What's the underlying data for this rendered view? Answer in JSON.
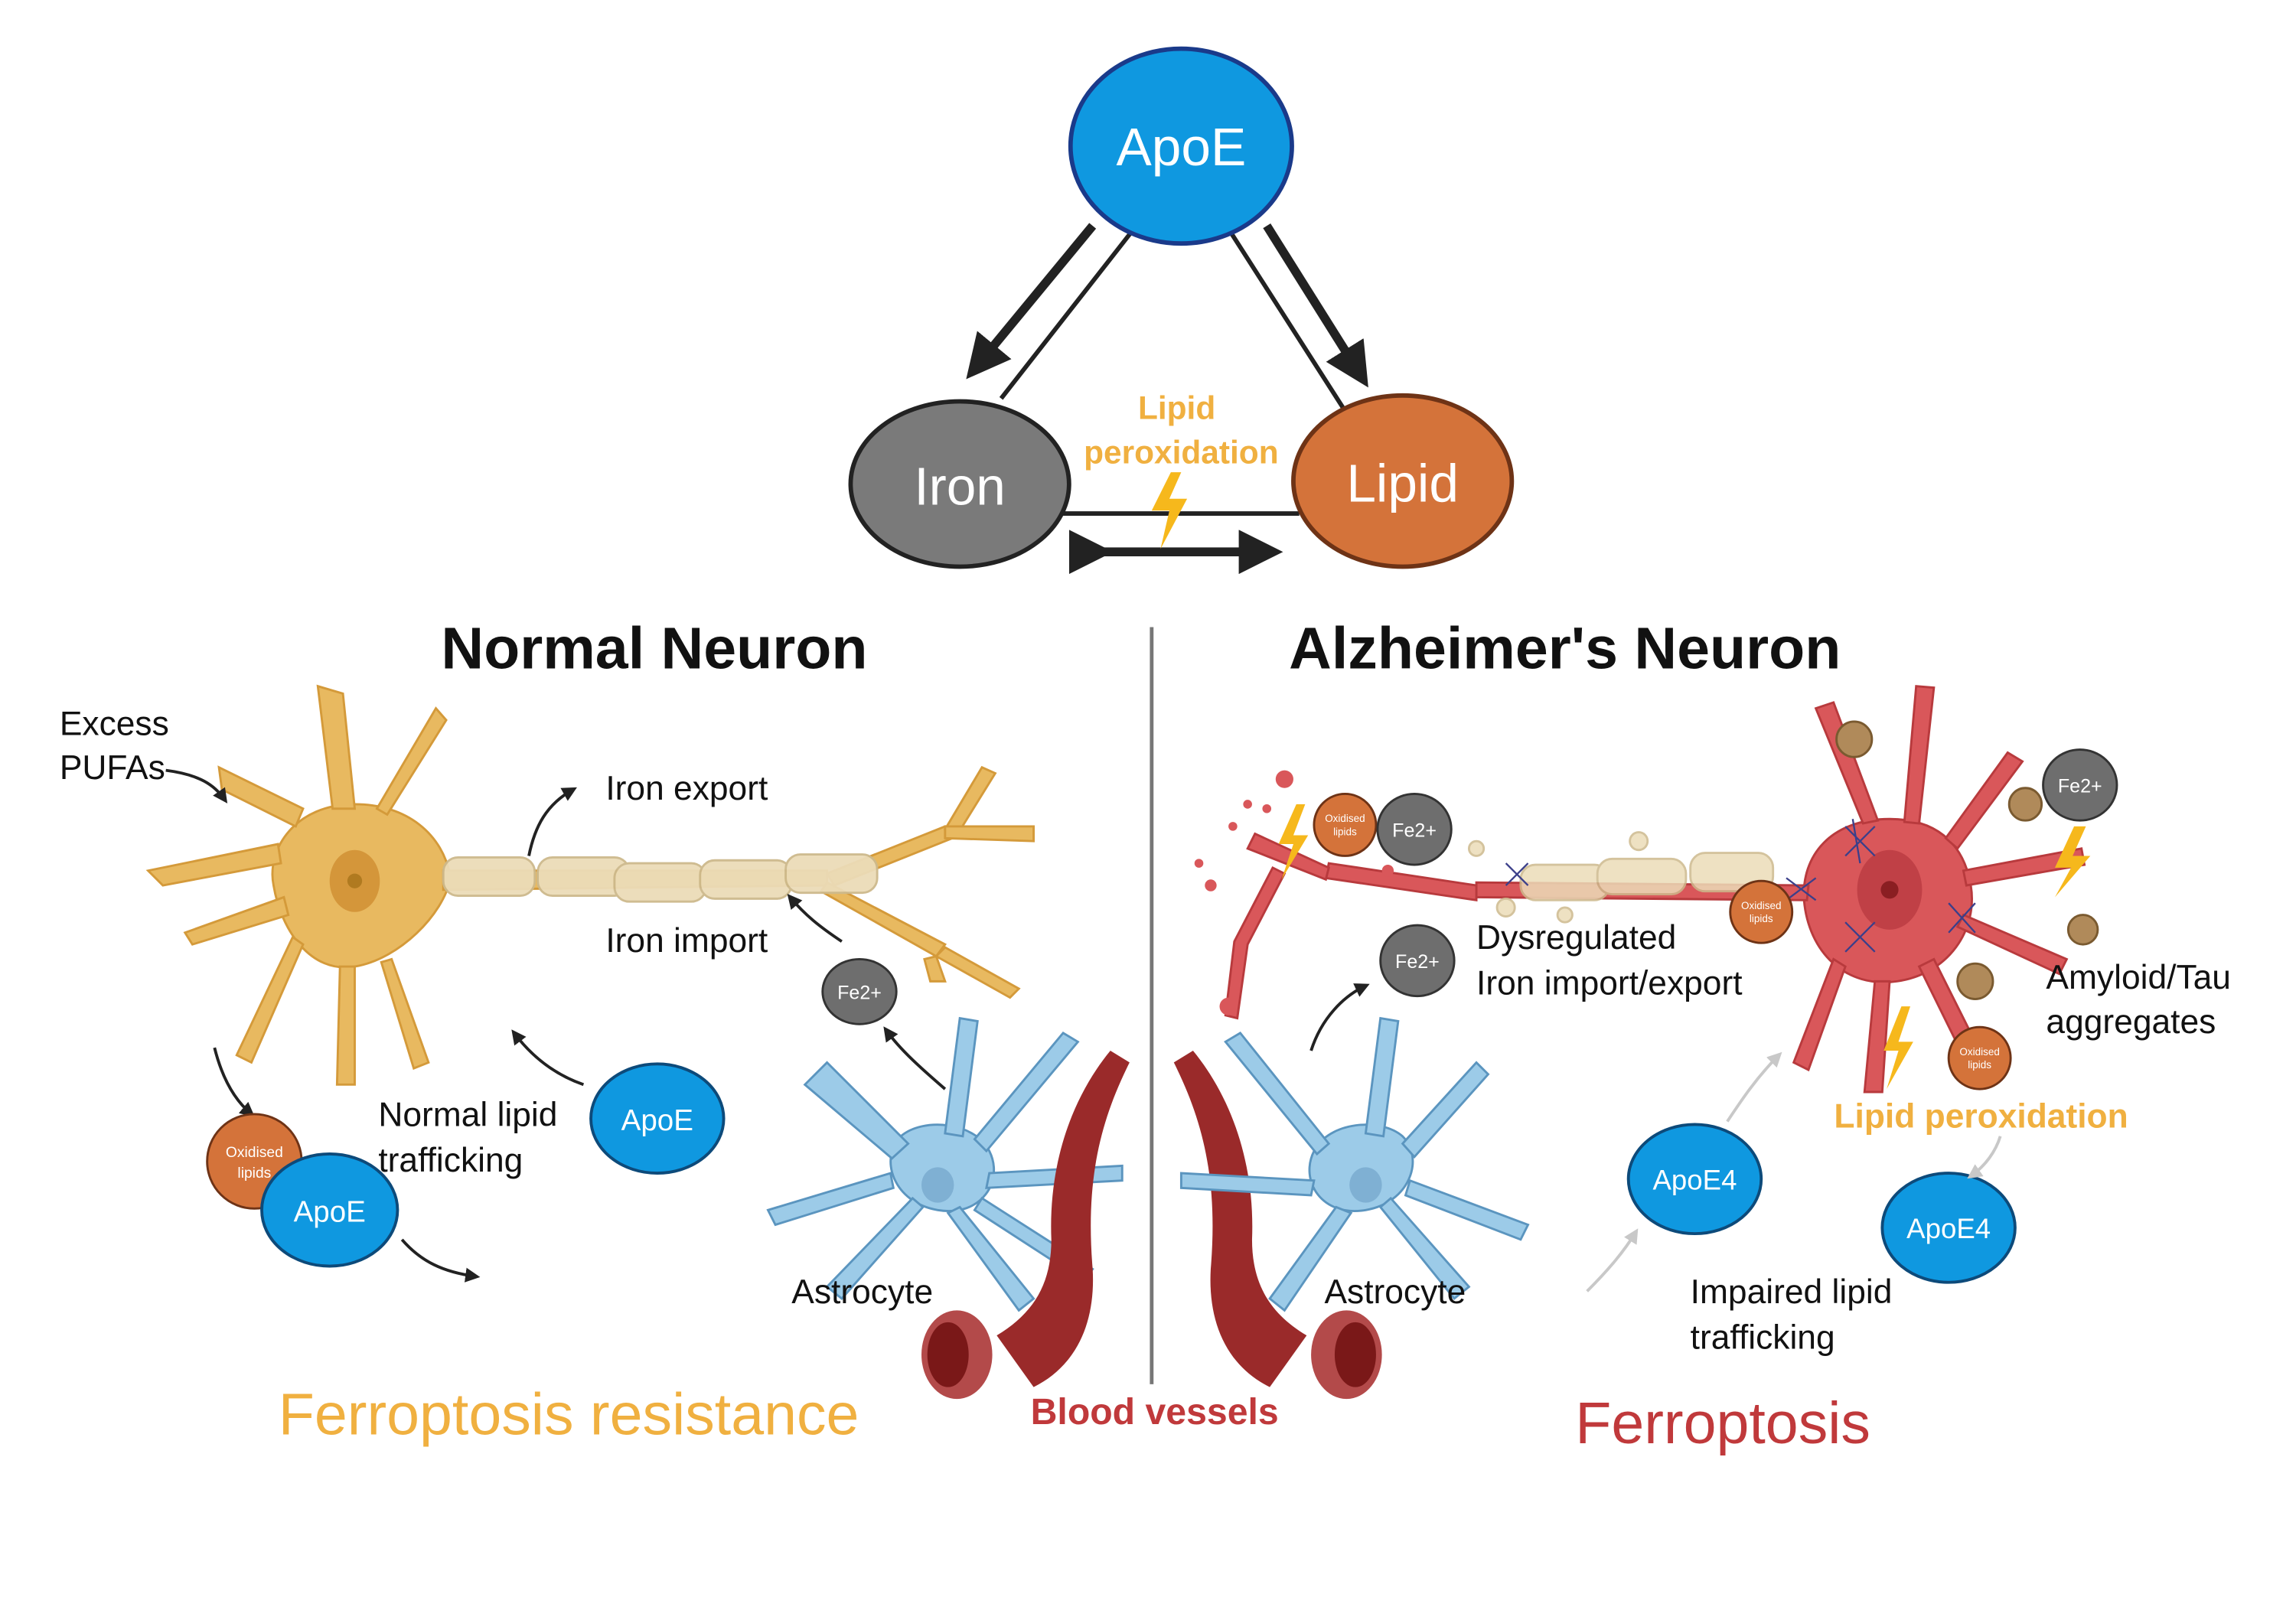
{
  "triangle": {
    "apoe_label": "ApoE",
    "iron_label": "Iron",
    "lipid_label": "Lipid",
    "center_label_line1": "Lipid",
    "center_label_line2": "peroxidation"
  },
  "left_panel": {
    "title": "Normal Neuron",
    "excess_line1": "Excess",
    "excess_line2": "PUFAs",
    "iron_export": "Iron export",
    "iron_import": "Iron import",
    "fe_label": "Fe2+",
    "normal_lipid_line1": "Normal lipid",
    "normal_lipid_line2": "trafficking",
    "apoe_right": "ApoE",
    "apoe_bottom": "ApoE",
    "oxidised_line1": "Oxidised",
    "oxidised_line2": "lipids",
    "astrocyte": "Astrocyte",
    "outcome": "Ferroptosis  resistance"
  },
  "center": {
    "blood_vessels": "Blood vessels"
  },
  "right_panel": {
    "title": "Alzheimer's Neuron",
    "fe_label_axon": "Fe2+",
    "fe_label_soma": "Fe2+",
    "fe_label_mid": "Fe2+",
    "oxidised_line1": "Oxidised",
    "oxidised_line2": "lipids",
    "dysregulated_line1": "Dysregulated",
    "dysregulated_line2": "Iron import/export",
    "amyloid_line1": "Amyloid/Tau",
    "amyloid_line2": "aggregates",
    "lipid_peroxidation": "Lipid peroxidation",
    "apoe4_left": "ApoE4",
    "apoe4_right": "ApoE4",
    "impaired_line1": "Impaired lipid",
    "impaired_line2": "trafficking",
    "astrocyte": "Astrocyte",
    "outcome": "Ferroptosis"
  },
  "colors": {
    "apoe_blue": "#0f98e0",
    "iron_gray": "#7a7a7a",
    "lipid_orange": "#d4733a",
    "peroxidation_yellow": "#f0b040",
    "normal_neuron": "#e8b960",
    "alz_neuron": "#d9575a",
    "astrocyte_blue": "#9ccbe8",
    "vessel_red": "#9a2a2a",
    "ferroptosis_red": "#c0393b"
  }
}
